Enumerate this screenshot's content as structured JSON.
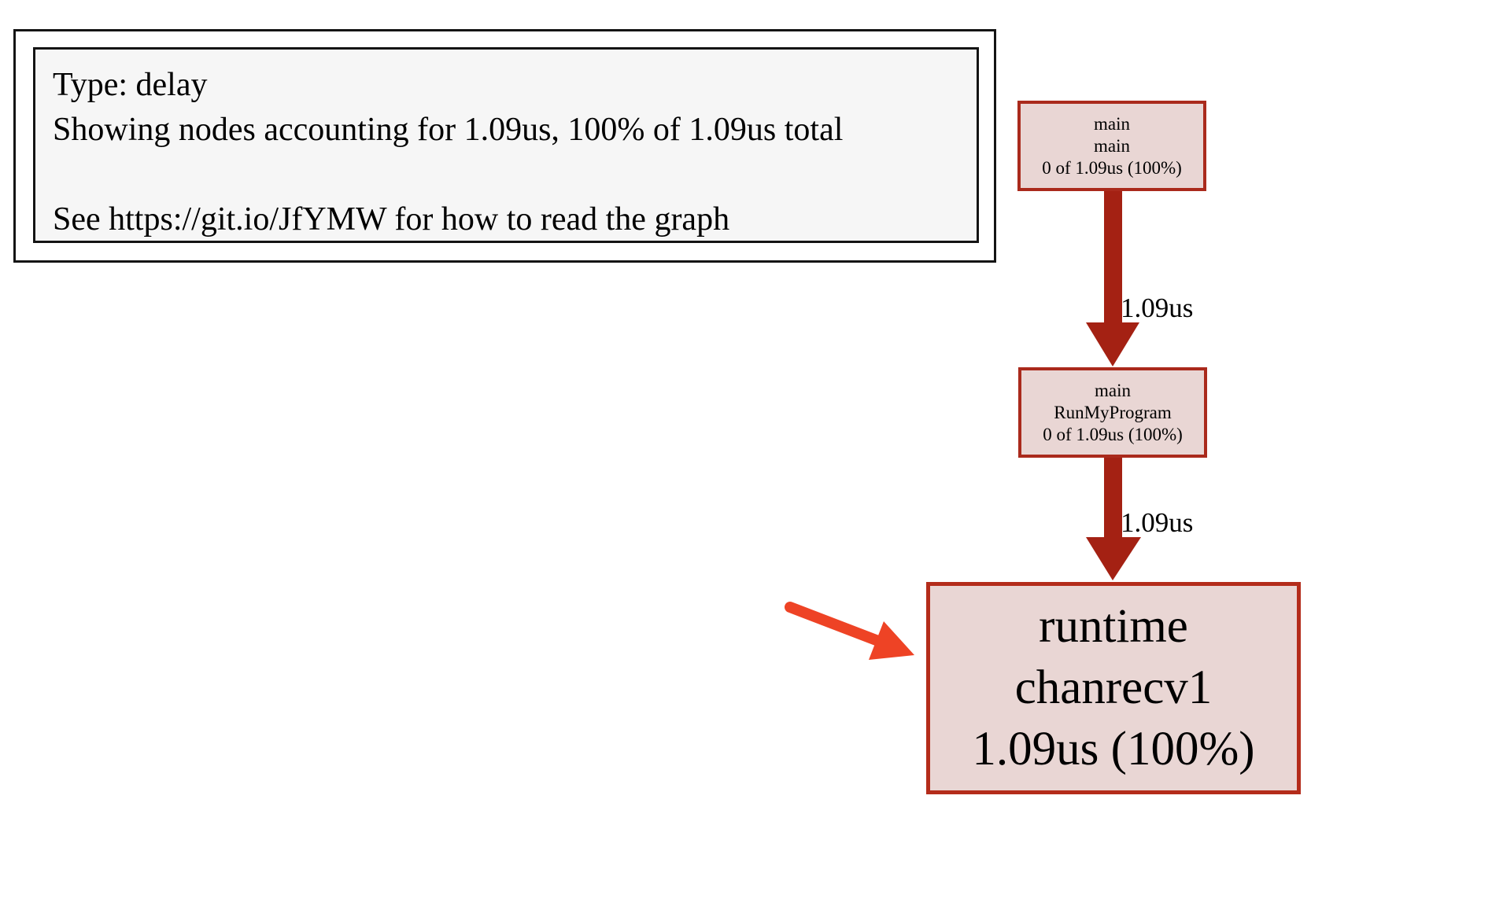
{
  "legend": {
    "lines": [
      "Type: delay",
      "Showing nodes accounting for 1.09us, 100% of 1.09us total",
      "",
      "See https://git.io/JfYMW for how to read the graph"
    ]
  },
  "graph": {
    "nodes": [
      {
        "id": "main-main",
        "package": "main",
        "function": "main",
        "value": "0 of 1.09us (100%)"
      },
      {
        "id": "main-runmyprogram",
        "package": "main",
        "function": "RunMyProgram",
        "value": "0 of 1.09us (100%)"
      },
      {
        "id": "runtime-chanrecv1",
        "package": "runtime",
        "function": "chanrecv1",
        "value": "1.09us (100%)"
      }
    ],
    "edges": [
      {
        "from": "main-main",
        "to": "main-runmyprogram",
        "label": "1.09us"
      },
      {
        "from": "main-runmyprogram",
        "to": "runtime-chanrecv1",
        "label": "1.09us"
      }
    ]
  },
  "annotation": {
    "shape": "pointer-arrow",
    "points_to": "runtime-chanrecv1"
  },
  "colors": {
    "node_fill": "#e9d6d4",
    "node_border": "#aa2a1c",
    "big_node_border": "#b42c1b",
    "edge": "#a42113",
    "annotation": "#ee4325",
    "legend_fill": "#f6f6f6",
    "legend_border": "#141414",
    "text": "#000000",
    "page_bg": "#ffffff"
  }
}
